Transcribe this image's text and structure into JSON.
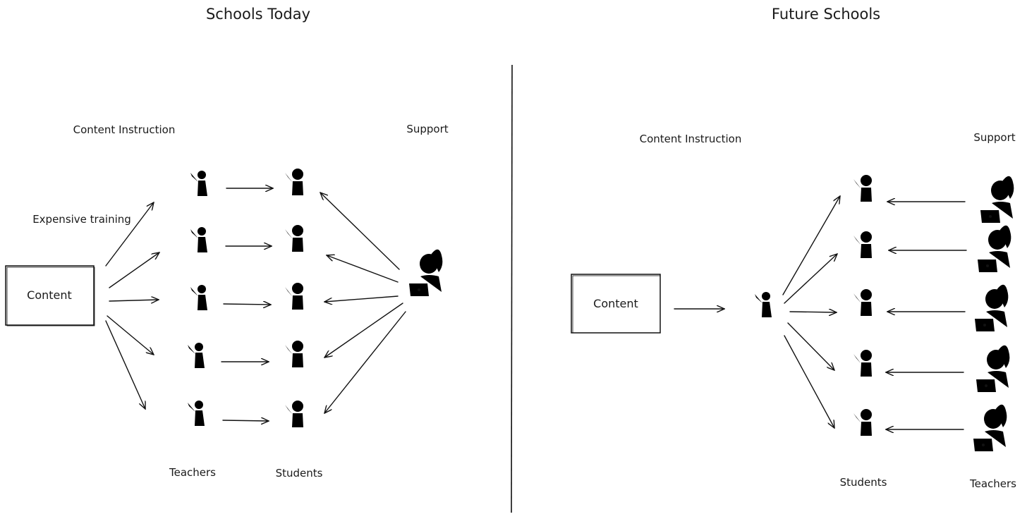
{
  "left": {
    "title": "Schools Today",
    "content_instruction": "Content Instruction",
    "support": "Support",
    "expensive_training": "Expensive training",
    "content_box": "Content",
    "teachers_label": "Teachers",
    "students_label": "Students"
  },
  "right": {
    "title": "Future Schools",
    "content_instruction": "Content Instruction",
    "support": "Support",
    "content_box": "Content",
    "students_label": "Students",
    "teachers_label": "Teachers"
  }
}
